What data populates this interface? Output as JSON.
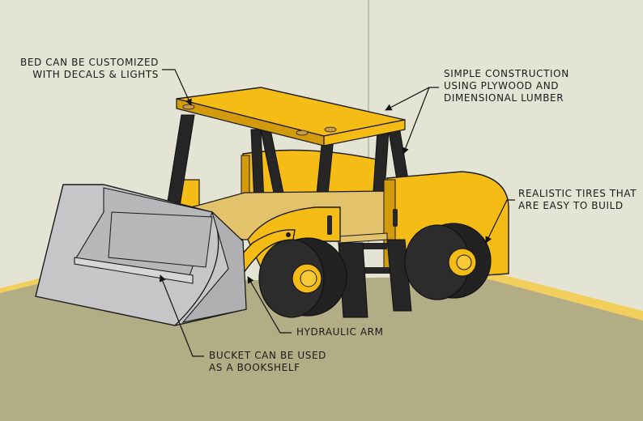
{
  "callouts": {
    "customize": {
      "line1": "BED CAN BE CUSTOMIZED",
      "line2": "WITH DECALS & LIGHTS"
    },
    "construction": {
      "line1": "SIMPLE CONSTRUCTION",
      "line2": "USING PLYWOOD AND",
      "line3": "DIMENSIONAL LUMBER"
    },
    "tires": {
      "line1": "REALISTIC TIRES THAT",
      "line2": "ARE EASY TO BUILD"
    },
    "hydraulic": {
      "line1": "HYDRAULIC ARM"
    },
    "bucket": {
      "line1": "BUCKET CAN BE USED",
      "line2": "AS A BOOKSHELF"
    }
  },
  "colors": {
    "wall": "#e4e4d4",
    "floor": "#b3ad85",
    "baseboard": "#f2cf5c",
    "body_yellow": "#f6bc16",
    "body_shadow": "#d39a0c",
    "black": "#262626",
    "bucket_gray": "#c6c6c8",
    "mattress": "#e2c26a"
  }
}
